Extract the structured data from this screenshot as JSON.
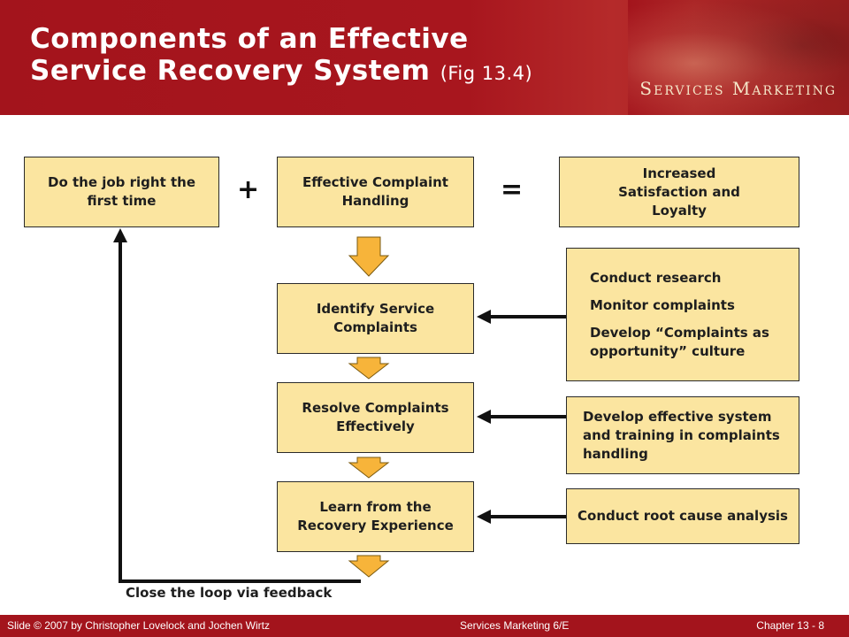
{
  "header": {
    "title_line1": "Components of an Effective",
    "title_line2": "Service Recovery System",
    "title_fig": "(Fig 13.4)",
    "brand": "Services Marketing"
  },
  "diagram": {
    "top_row": {
      "box1": "Do the job right the first time",
      "plus": "+",
      "box2": "Effective Complaint Handling",
      "equals": "=",
      "box3": "Increased Satisfaction and Loyalty"
    },
    "steps": [
      "Identify Service Complaints",
      "Resolve Complaints Effectively",
      "Learn from the Recovery Experience"
    ],
    "actions": {
      "identify": [
        "Conduct research",
        "Monitor complaints",
        "Develop “Complaints as opportunity” culture"
      ],
      "resolve": "Develop effective system and training in complaints handling",
      "learn": "Conduct root cause analysis"
    },
    "loop_label": "Close the loop via feedback"
  },
  "footer": {
    "left": "Slide © 2007 by Christopher Lovelock and Jochen Wirtz",
    "center": "Services Marketing 6/E",
    "right": "Chapter  13 - 8"
  },
  "colors": {
    "header_red": "#a3141c",
    "box_fill": "#fbe5a0",
    "arrow_fill": "#f7b43a",
    "text_dark": "#1e1e1e"
  }
}
